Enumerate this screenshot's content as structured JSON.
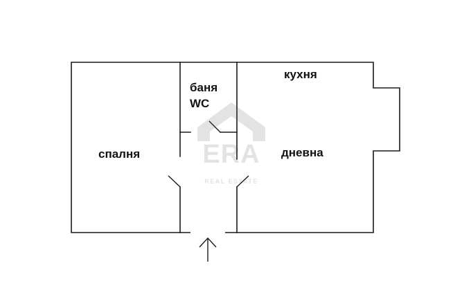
{
  "rooms": {
    "kitchen": "кухня",
    "bath": "баня",
    "wc": "WC",
    "bedroom": "спалня",
    "living": "дневна"
  },
  "watermark": {
    "brand": "ERA",
    "tagline": "REAL ESTATE",
    "color": "#555555"
  },
  "entrance": {
    "icon": "arrow-up-icon"
  }
}
